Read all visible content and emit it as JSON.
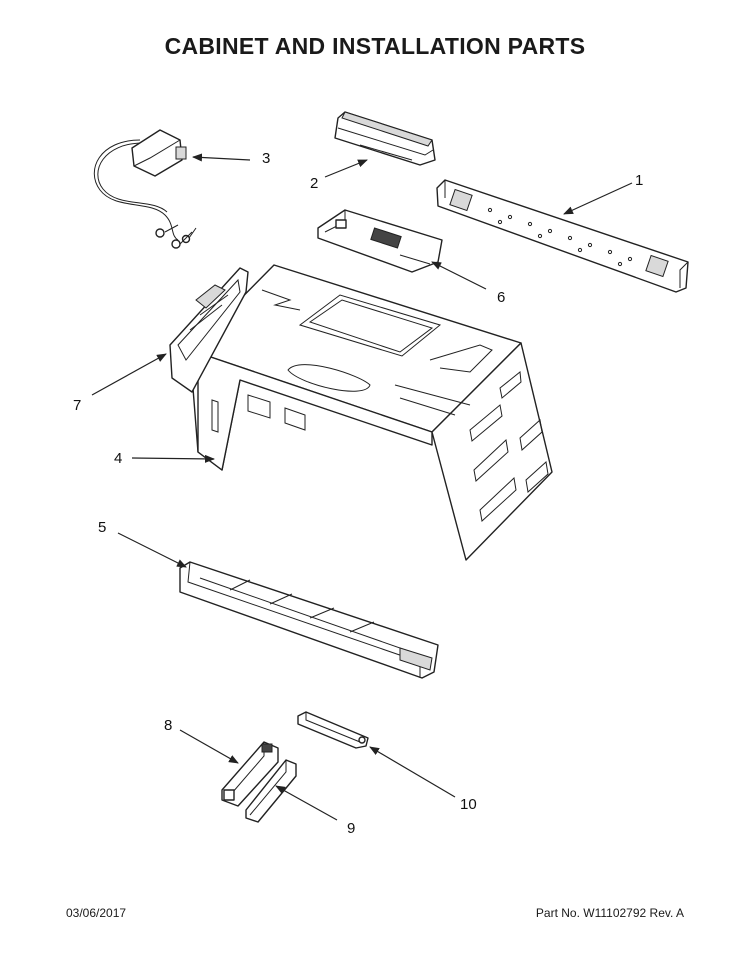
{
  "header": {
    "title": "CABINET AND INSTALLATION PARTS"
  },
  "footer": {
    "date": "03/06/2017",
    "part_number": "Part No.  W11102792  Rev.  A"
  },
  "callouts": [
    "1",
    "2",
    "3",
    "4",
    "5",
    "6",
    "7",
    "8",
    "9",
    "10"
  ]
}
